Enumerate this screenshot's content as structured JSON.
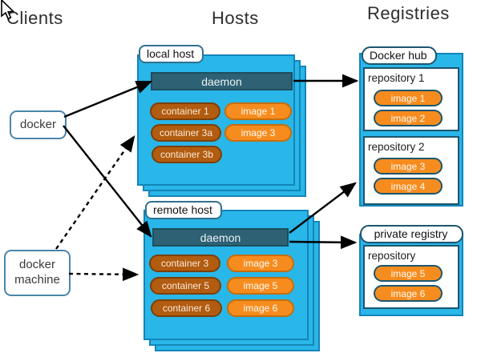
{
  "headers": {
    "clients": "Clients",
    "hosts": "Hosts",
    "registries": "Registries"
  },
  "clients": {
    "docker": {
      "label": "docker"
    },
    "docker_machine": {
      "line1": "docker",
      "line2": "machine"
    }
  },
  "hosts": {
    "local": {
      "label": "local host",
      "daemon": "daemon",
      "containers": [
        "container 1",
        "container 3a",
        "container 3b"
      ],
      "images": [
        "image 1",
        "image 3"
      ]
    },
    "remote": {
      "label": "remote host",
      "daemon": "daemon",
      "containers": [
        "container 3",
        "container 5",
        "container 6"
      ],
      "images": [
        "image 3",
        "image 5",
        "image 6"
      ]
    }
  },
  "registries": {
    "docker_hub": {
      "label": "Docker hub",
      "repo1": {
        "name": "repository 1",
        "images": [
          "image 1",
          "image 2"
        ]
      },
      "repo2": {
        "name": "repository 2",
        "images": [
          "image 3",
          "image 4"
        ]
      }
    },
    "private": {
      "label": "private registry",
      "repo": {
        "name": "repository",
        "images": [
          "image 5",
          "image 6"
        ]
      }
    }
  },
  "icons": {
    "cursor": "mouse-pointer-icon"
  },
  "colors": {
    "host_fill": "#29b6e8",
    "host_border": "#1385b8",
    "daemon_fill": "#2e6173",
    "container_fill": "#b15c11",
    "container_border": "#7c3f07",
    "image_fill": "#f78c1e",
    "image_border_host": "#c76d08",
    "image_border_registry": "#1c566e",
    "arrow": "#000000"
  }
}
